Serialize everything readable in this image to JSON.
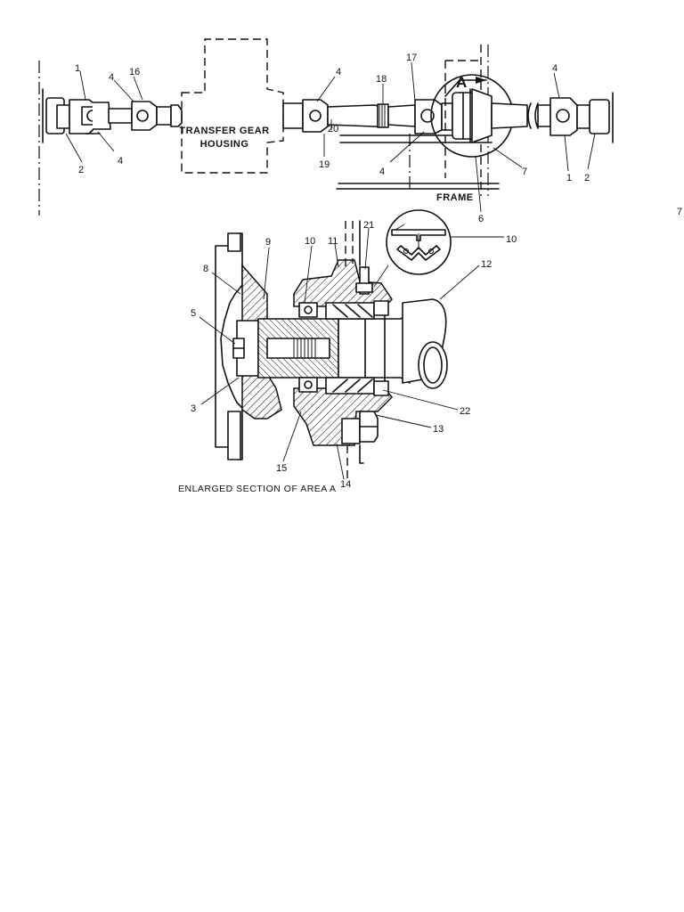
{
  "labels": {
    "transfer_line1": "TRANSFER GEAR",
    "transfer_line2": "HOUSING",
    "frame": "FRAME",
    "view_marker": "A",
    "caption": "ENLARGED SECTION OF AREA A",
    "page_number": "7"
  },
  "callouts": {
    "c1_left": "1",
    "c2_left": "2",
    "c4_a": "4",
    "c4_b": "4",
    "c16": "16",
    "c4_c": "4",
    "c17": "17",
    "c18": "18",
    "c20": "20",
    "c19": "19",
    "c4_d": "4",
    "c4_e": "4",
    "c7_top": "7",
    "c1_right": "1",
    "c2_right": "2",
    "c6": "6",
    "c21": "21",
    "c10_a": "10",
    "c11": "11",
    "c10_b": "10",
    "c12": "12",
    "c9": "9",
    "c8": "8",
    "c5": "5",
    "c3": "3",
    "c22": "22",
    "c13": "13",
    "c15": "15",
    "c14": "14"
  }
}
